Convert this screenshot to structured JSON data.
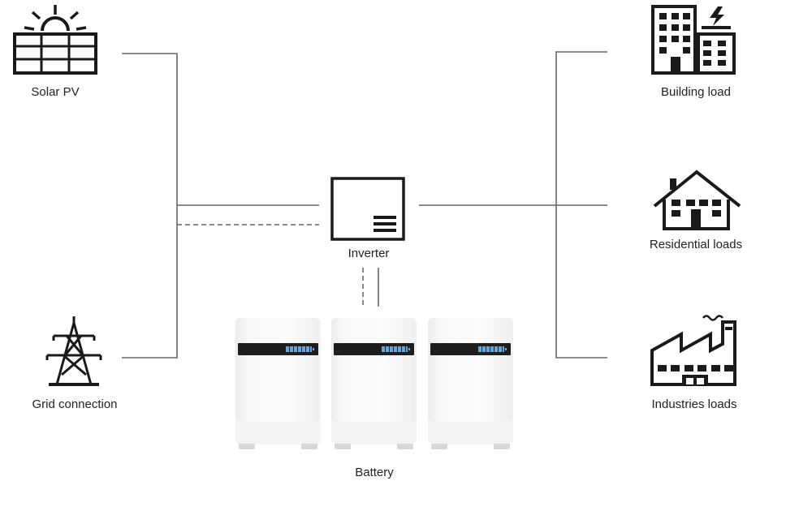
{
  "diagram": {
    "title": "",
    "nodes": {
      "solar": {
        "label": "Solar PV",
        "icon": "solar-panel-icon"
      },
      "grid": {
        "label": "Grid connection",
        "icon": "transmission-tower-icon"
      },
      "inverter": {
        "label": "Inverter",
        "icon": "inverter-icon"
      },
      "battery": {
        "label": "Battery",
        "icon": "battery-icon",
        "units": 3
      },
      "building": {
        "label": "Building load",
        "icon": "office-building-icon"
      },
      "residential": {
        "label": "Residential loads",
        "icon": "house-icon"
      },
      "industry": {
        "label": "Industries loads",
        "icon": "factory-icon"
      }
    },
    "connections": [
      {
        "from": "Solar PV",
        "to": "Inverter",
        "style": "solid"
      },
      {
        "from": "Grid connection",
        "to": "Inverter",
        "style": "solid"
      },
      {
        "from": "Grid connection",
        "to": "Inverter",
        "style": "dashed"
      },
      {
        "from": "Inverter",
        "to": "Battery",
        "style": "solid"
      },
      {
        "from": "Inverter",
        "to": "Battery",
        "style": "dashed"
      },
      {
        "from": "Inverter",
        "to": "Building load",
        "style": "solid"
      },
      {
        "from": "Inverter",
        "to": "Residential loads",
        "style": "solid"
      },
      {
        "from": "Inverter",
        "to": "Industries loads",
        "style": "solid"
      }
    ],
    "colors": {
      "line": "#666666",
      "icon": "#1a1a1a",
      "battery_display": "#5aa9e6"
    }
  }
}
